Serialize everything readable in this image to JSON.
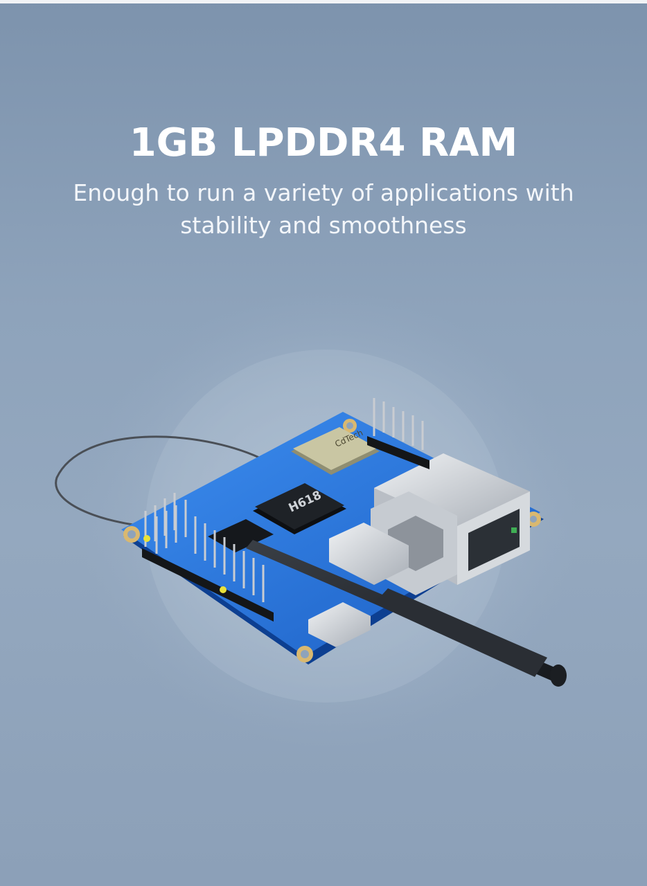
{
  "banner": {
    "headline": "1GB LPDDR4 RAM",
    "subline": "Enough to run a variety of applications with stability and smoothness",
    "background_color": "#8ea3bb",
    "text_color": "#ffffff"
  },
  "product": {
    "image_subject": "single-board-computer-with-antenna",
    "board_color": "#1f6fd6",
    "board_silkscreen": {
      "soc_label": "H618",
      "wifi_module_label": "CdTech"
    }
  }
}
